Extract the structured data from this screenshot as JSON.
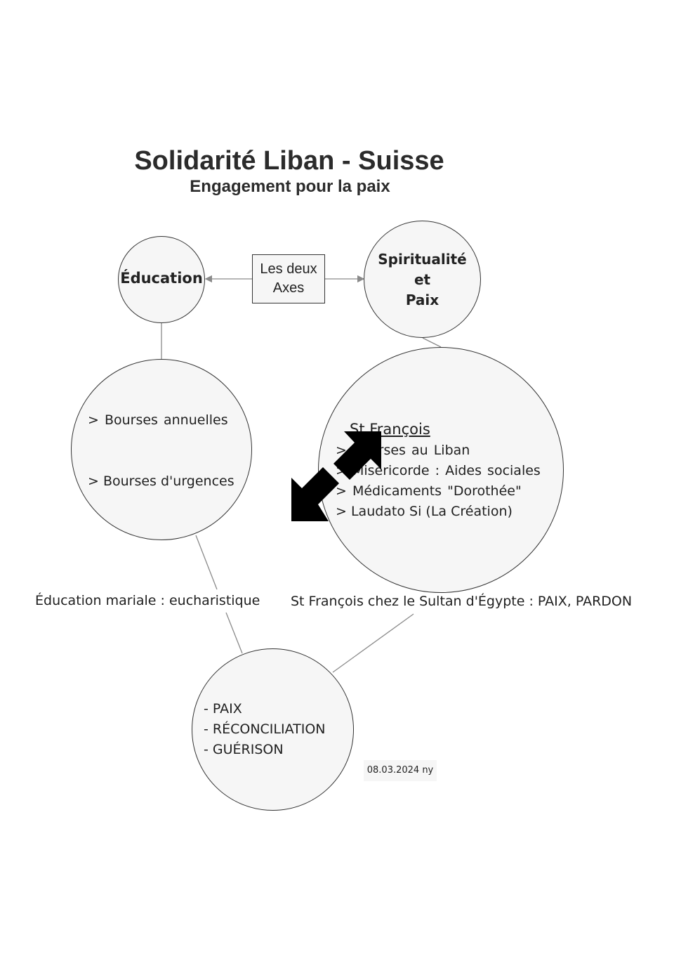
{
  "title": "Solidarité Liban - Suisse",
  "subtitle": "Engagement pour la paix",
  "axes_box": {
    "line1": "Les deux",
    "line2": "Axes"
  },
  "education_circle": {
    "label": "Éducation"
  },
  "spiritualite_circle": {
    "line1": "Spiritualité",
    "line2": "et",
    "line3": "Paix"
  },
  "bourses_circle": {
    "item1": ">  Bourses  annuelles",
    "item2": "> Bourses d'urgences"
  },
  "francois_circle": {
    "heading": "St François",
    "item1": ">  Bourses au Liban",
    "item2": "> Miséricorde : Aides sociales",
    "item3": ">  Médicaments  \"Dorothée\"",
    "item4": "> Laudato Si (La Création)"
  },
  "paix_circle": {
    "item1": "-  PAIX",
    "item2": "-  RÉCONCILIATION",
    "item3": "- GUÉRISON"
  },
  "link_labels": {
    "education_mariale": "Éducation mariale : eucharistique",
    "sultan": "St François chez le Sultan d'Égypte : PAIX, PARDON"
  },
  "stamp": "08.03.2024 ny",
  "colors": {
    "node_fill": "#f6f6f6",
    "node_stroke": "#333333",
    "link_stroke": "#8a8a8a",
    "arrow_fill": "#000000"
  }
}
